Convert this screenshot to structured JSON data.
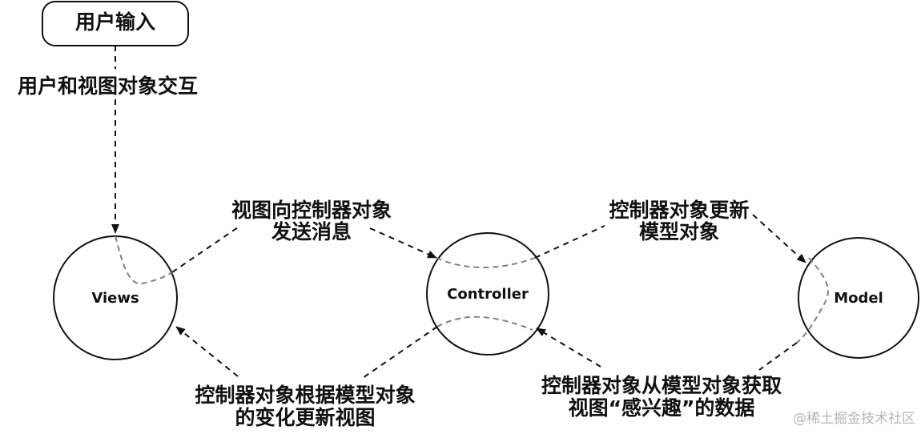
{
  "user_input_box": {
    "label": "用户输入"
  },
  "nodes": {
    "views": "Views",
    "controller": "Controller",
    "model": "Model"
  },
  "edges": {
    "user_to_views": "用户和视图对象交互",
    "views_to_controller": [
      "视图向控制器对象",
      "发送消息"
    ],
    "controller_to_model": [
      "控制器对象更新",
      "模型对象"
    ],
    "controller_to_views": [
      "控制器对象根据模型对象",
      "的变化更新视图"
    ],
    "model_to_controller": [
      "控制器对象从模型对象获取",
      "视图“感兴趣”的数据"
    ]
  },
  "watermark": "@稀土掘金技术社区"
}
